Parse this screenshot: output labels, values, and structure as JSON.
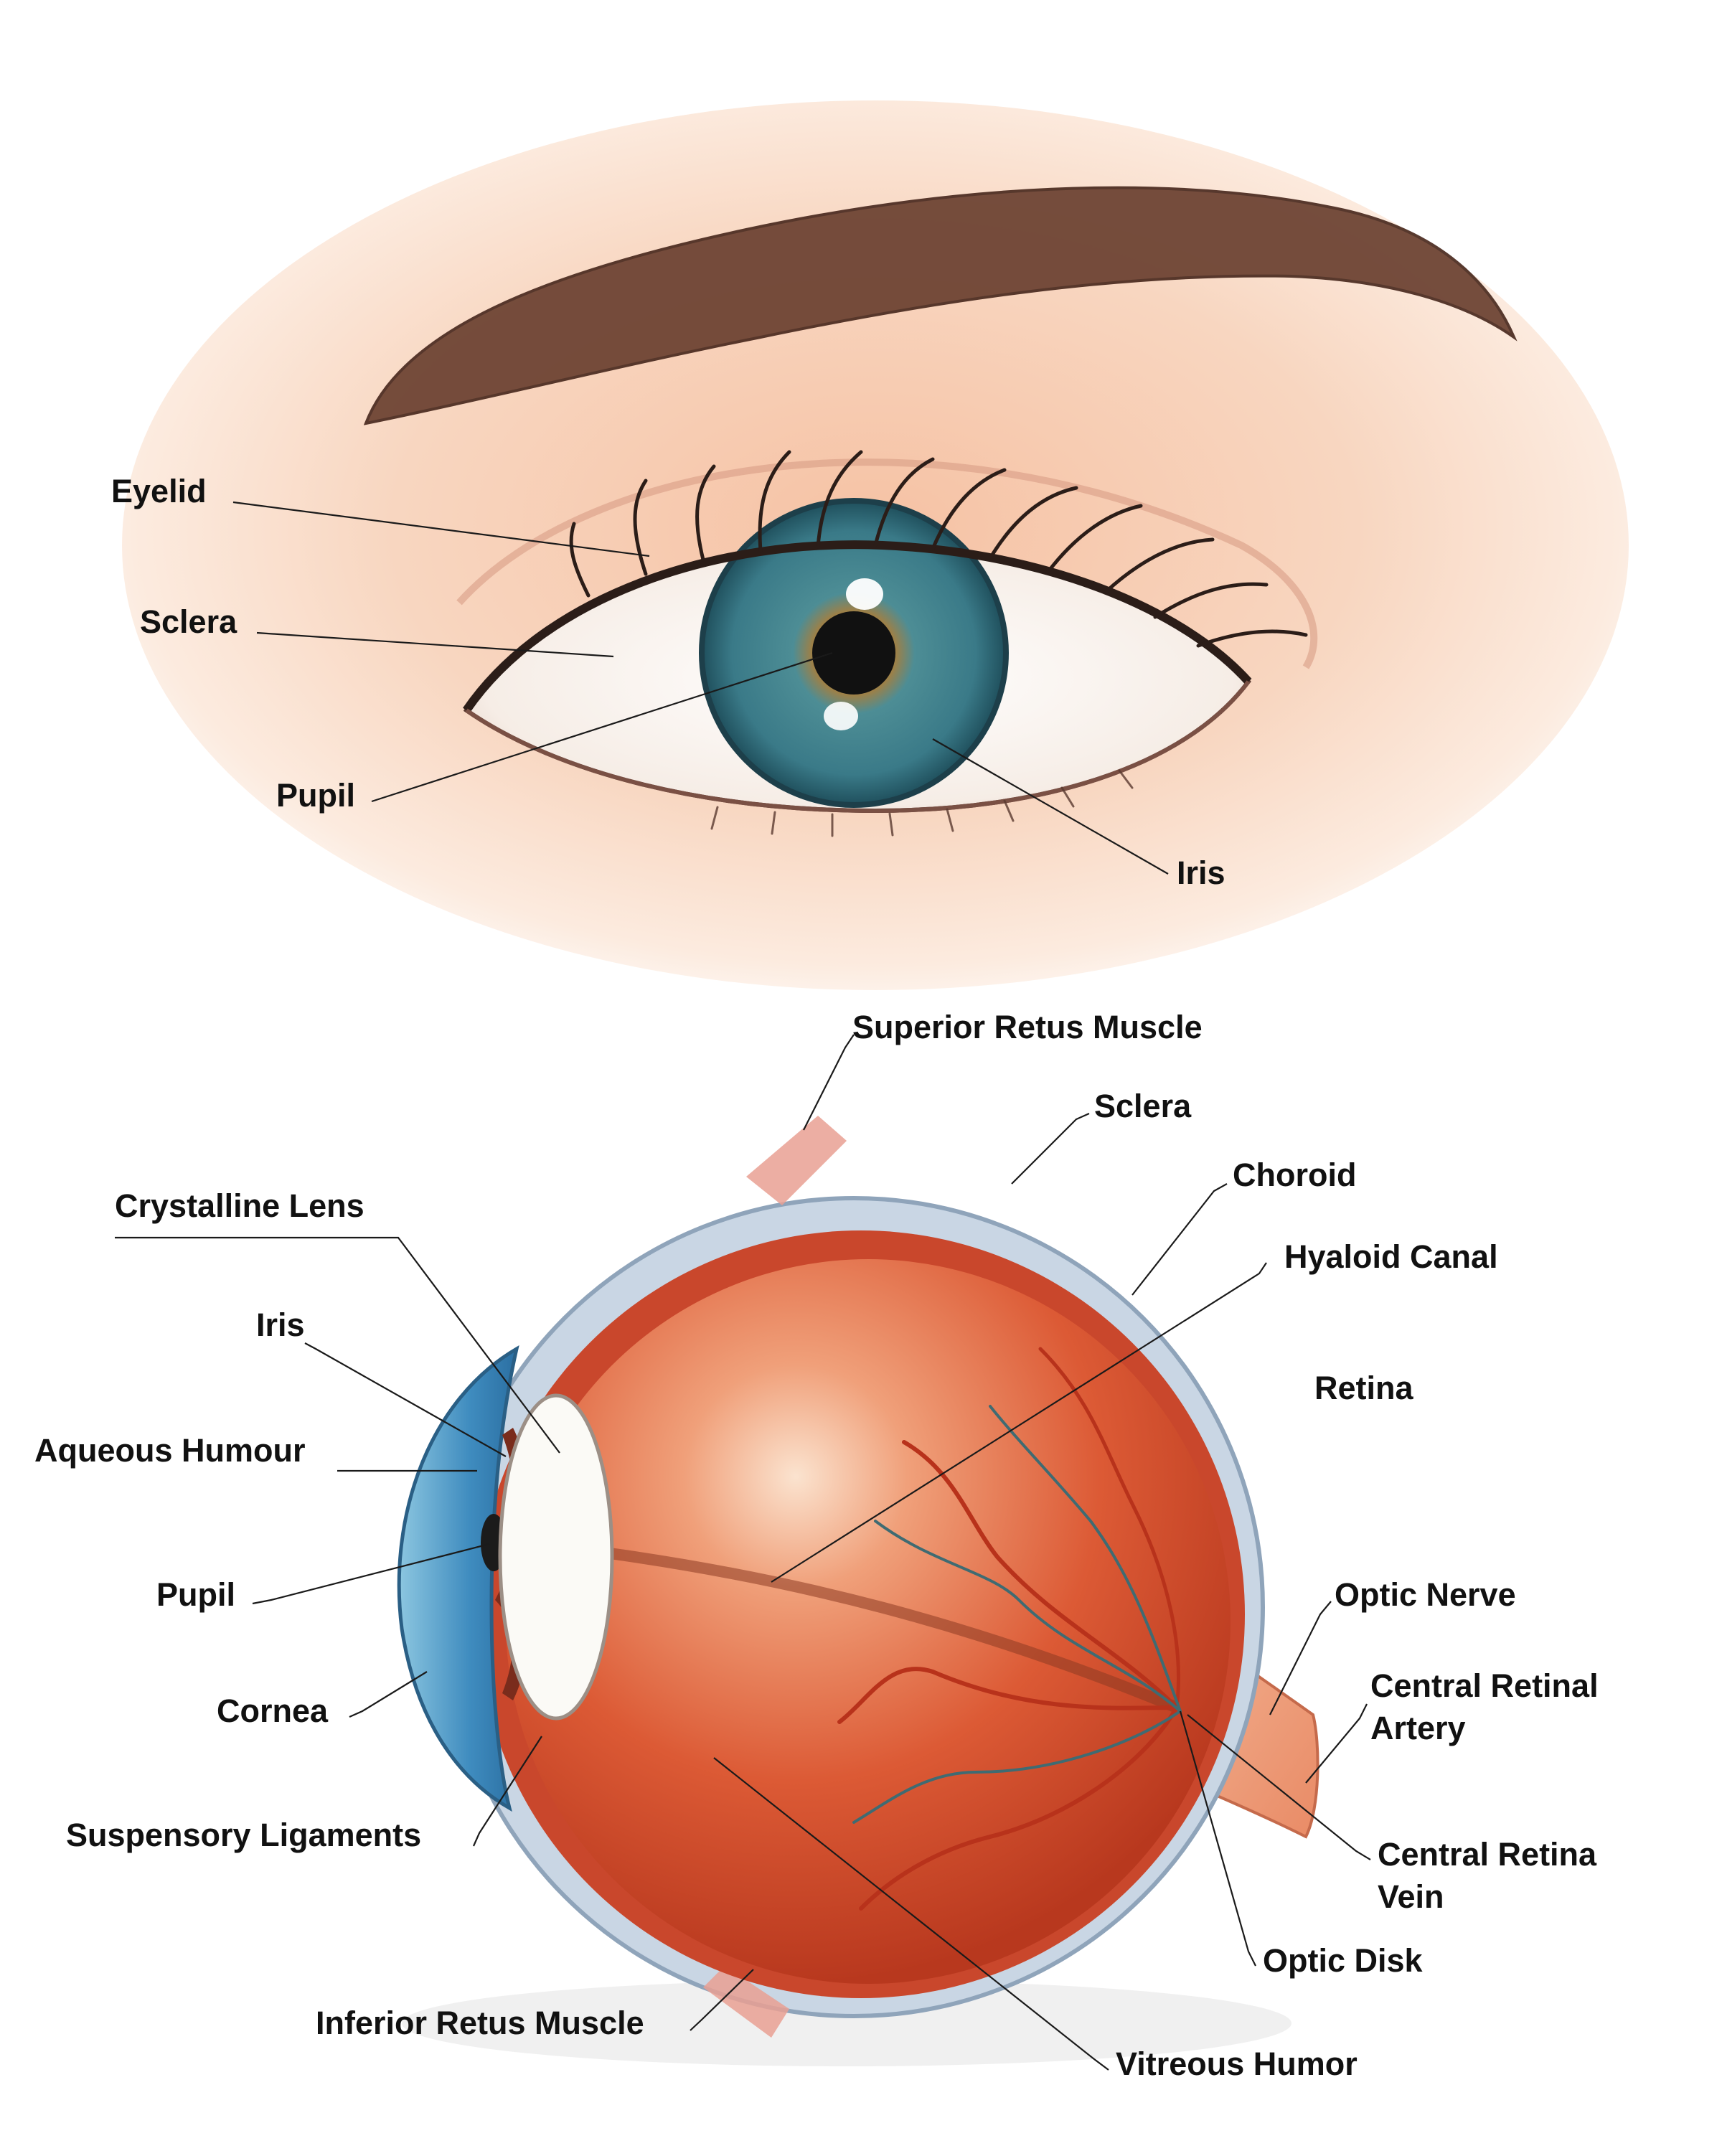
{
  "external_eye": {
    "labels": {
      "eyelid": "Eyelid",
      "sclera": "Sclera",
      "pupil": "Pupil",
      "iris": "Iris"
    }
  },
  "cross_section": {
    "labels": {
      "superior_rectus": "Superior Retus Muscle",
      "sclera": "Sclera",
      "choroid": "Choroid",
      "hyaloid_canal": "Hyaloid Canal",
      "retina": "Retina",
      "crystalline_lens": "Crystalline Lens",
      "iris": "Iris",
      "aqueous_humour": "Aqueous Humour",
      "pupil": "Pupil",
      "cornea": "Cornea",
      "suspensory_ligaments": "Suspensory Ligaments",
      "inferior_rectus": "Inferior Retus Muscle",
      "vitreous_humor": "Vitreous Humor",
      "optic_disk": "Optic Disk",
      "optic_nerve": "Optic Nerve",
      "central_retinal_artery_line1": "Central Retinal",
      "central_retinal_artery_line2": "Artery",
      "central_retina_vein_line1": "Central Retina",
      "central_retina_vein_line2": "Vein"
    }
  },
  "colors": {
    "skin": "#f4c7a9",
    "brow": "#5a3a2c",
    "iris": "#3d7f8c",
    "pupil": "#111111",
    "sclera_outer": "#c8d4e2",
    "eyeball_red": "#dc5433",
    "cornea_blue": "#5ea6c9",
    "lens_white": "#fbfaf6"
  }
}
